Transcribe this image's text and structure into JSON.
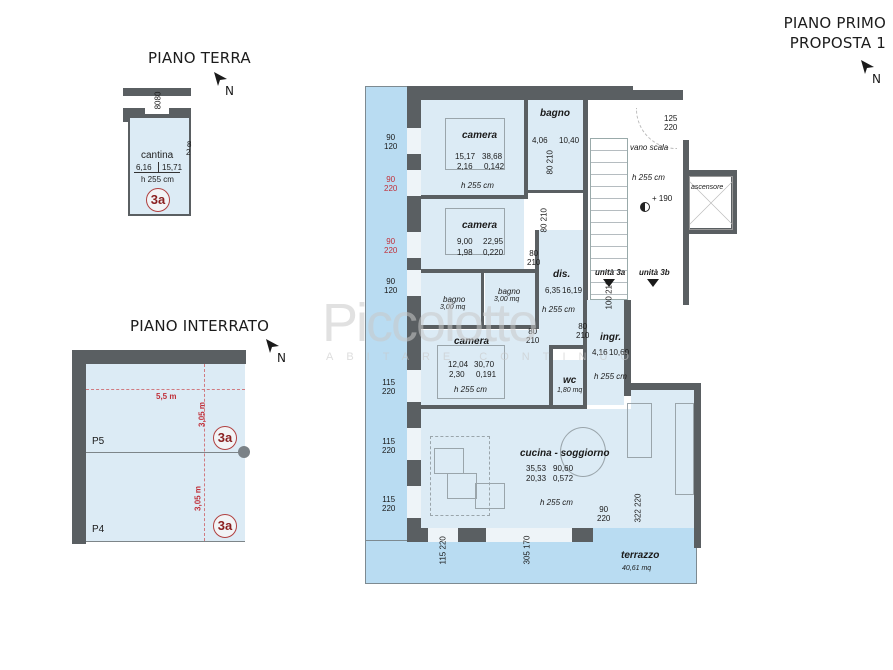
{
  "titles": {
    "piano_terra": "PIANO TERRA",
    "piano_interrato": "PIANO INTERRATO",
    "piano_primo_line1": "PIANO PRIMO",
    "piano_primo_line2": "PROPOSTA 1",
    "north_letter": "N"
  },
  "watermark": {
    "brand": "Piccolotto",
    "tagline": "ABITARE CONTINUO"
  },
  "piano_terra": {
    "door_dim": "80",
    "door_dim2": "80",
    "side_dim_top": "8",
    "side_dim_bottom": "2",
    "room": {
      "name": "cantina",
      "area": "6,16",
      "volume": "15,71",
      "height": "h 255 cm"
    },
    "unit_badge": "3a"
  },
  "piano_interrato": {
    "width_label": "5,5 m",
    "height_label_top": "3,05 m",
    "height_label_bottom": "3,05 m",
    "spaces": [
      {
        "id": "P5",
        "badge": "3a"
      },
      {
        "id": "P4",
        "badge": "3a"
      }
    ]
  },
  "piano_primo": {
    "rooms": [
      {
        "name": "camera",
        "area": "15,17",
        "volume": "38,68",
        "aero": "2,16",
        "ratio": "0,142",
        "height": "h 255 cm"
      },
      {
        "name": "bagno",
        "area": "4,06",
        "volume": "10,40"
      },
      {
        "name": "camera",
        "area": "9,00",
        "volume": "22,95",
        "aero": "1,98",
        "ratio": "0,220"
      },
      {
        "name": "bagno",
        "area": "3,00 mq"
      },
      {
        "name": "bagno",
        "area": "3,00 mq"
      },
      {
        "name": "dis.",
        "area": "6,35",
        "volume": "16,19",
        "height": "h 255 cm"
      },
      {
        "name": "camera",
        "area": "12,04",
        "volume": "30,70",
        "aero": "2,30",
        "ratio": "0,191",
        "height": "h 255 cm"
      },
      {
        "name": "wc",
        "area": "1,80 mq"
      },
      {
        "name": "ingr.",
        "area": "4,16",
        "volume": "10,60",
        "height": "h 255 cm"
      },
      {
        "name": "cucina - soggiorno",
        "area": "35,53",
        "volume": "90,60",
        "aero": "20,33",
        "ratio": "0,572",
        "height": "h 255 cm"
      },
      {
        "name": "terrazzo",
        "area": "40,61 mq"
      },
      {
        "name": "vano scala",
        "height": "h 255 cm",
        "level": "+ 190"
      },
      {
        "name": "ascensore"
      }
    ],
    "units": [
      "unità 3a",
      "unità 3b"
    ],
    "window_dims_left": [
      {
        "w": "90",
        "h": "120",
        "red": false
      },
      {
        "w": "90",
        "h": "220",
        "red": true
      },
      {
        "w": "90",
        "h": "220",
        "red": true
      },
      {
        "w": "90",
        "h": "120",
        "red": false
      },
      {
        "w": "115",
        "h": "220",
        "red": false
      },
      {
        "w": "115",
        "h": "220",
        "red": false
      },
      {
        "w": "115",
        "h": "220",
        "red": false
      }
    ],
    "door_dims": [
      {
        "w": "80",
        "h": "210"
      },
      {
        "w": "80",
        "h": "210"
      },
      {
        "w": "80",
        "h": "210"
      },
      {
        "w": "80",
        "h": "210"
      },
      {
        "w": "80",
        "h": "210"
      },
      {
        "w": "100",
        "h": "210"
      },
      {
        "w": "125",
        "h": "220"
      },
      {
        "w": "90",
        "h": "220"
      },
      {
        "w": "322",
        "h": "220"
      }
    ],
    "bottom_window_dims": [
      {
        "w": "115",
        "h": "220"
      },
      {
        "w": "305",
        "h": "170"
      }
    ],
    "ascensore_label": "ascensore",
    "stair_level": "+ 190"
  },
  "colors": {
    "wall": "#5a5f62",
    "room_fill": "#dcebf5",
    "terrace_fill": "#b9dcf2",
    "dimension_red": "#c0303a",
    "badge_red": "#8a1f1f"
  }
}
